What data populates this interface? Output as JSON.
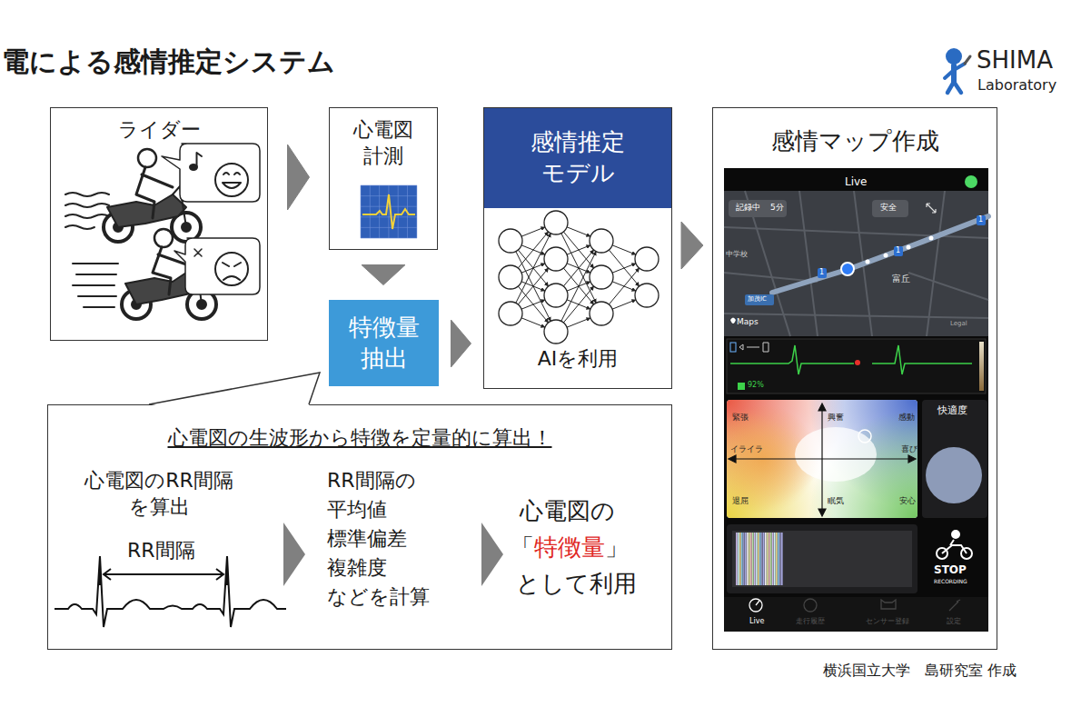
{
  "diagram": {
    "title": "電による感情推定システム",
    "caption": "横浜国立大学　島研究室 作成",
    "nodes": [
      {
        "text": [
          "ライダー"
        ]
      },
      {
        "text": [
          "心電図 計測"
        ]
      },
      {
        "text": [
          "特徴量 抽出"
        ]
      },
      {
        "text": [
          "感情推定 モデル",
          "AIを利用"
        ]
      },
      {
        "text": [
          "感情マップ作成"
        ]
      },
      {
        "text": [
          "心電図の生波形から特徴を定量的に算出！"
        ]
      }
    ],
    "edges": [
      {
        "from": 0,
        "to": 1,
        "arrow": "to"
      },
      {
        "from": 1,
        "to": 2,
        "arrow": "to"
      },
      {
        "from": 2,
        "to": 3,
        "arrow": "to"
      },
      {
        "from": 3,
        "to": 4,
        "arrow": "to"
      }
    ],
    "labels": [
      "SHIMA",
      "Laboratory",
      "心電図のRR間隔 を算出",
      "RR間隔",
      "RR間隔の 平均値 標準偏差 複雑度 などを計算",
      "心電図の",
      "「",
      "特徴量",
      "」",
      "として利用",
      "Live",
      "記録中",
      "5分",
      "安全",
      "中学校",
      "富丘",
      "加茂IC",
      "1",
      "1",
      "1",
      "Maps",
      "Legal",
      "92%",
      "緊張",
      "興奮",
      "感動",
      "イライラ",
      "喜び",
      "退屈",
      "眠気",
      "安心",
      "快適度",
      "STOP",
      "RECORDING",
      "Live",
      "走行履歴",
      "センサー登録",
      "設定"
    ]
  }
}
